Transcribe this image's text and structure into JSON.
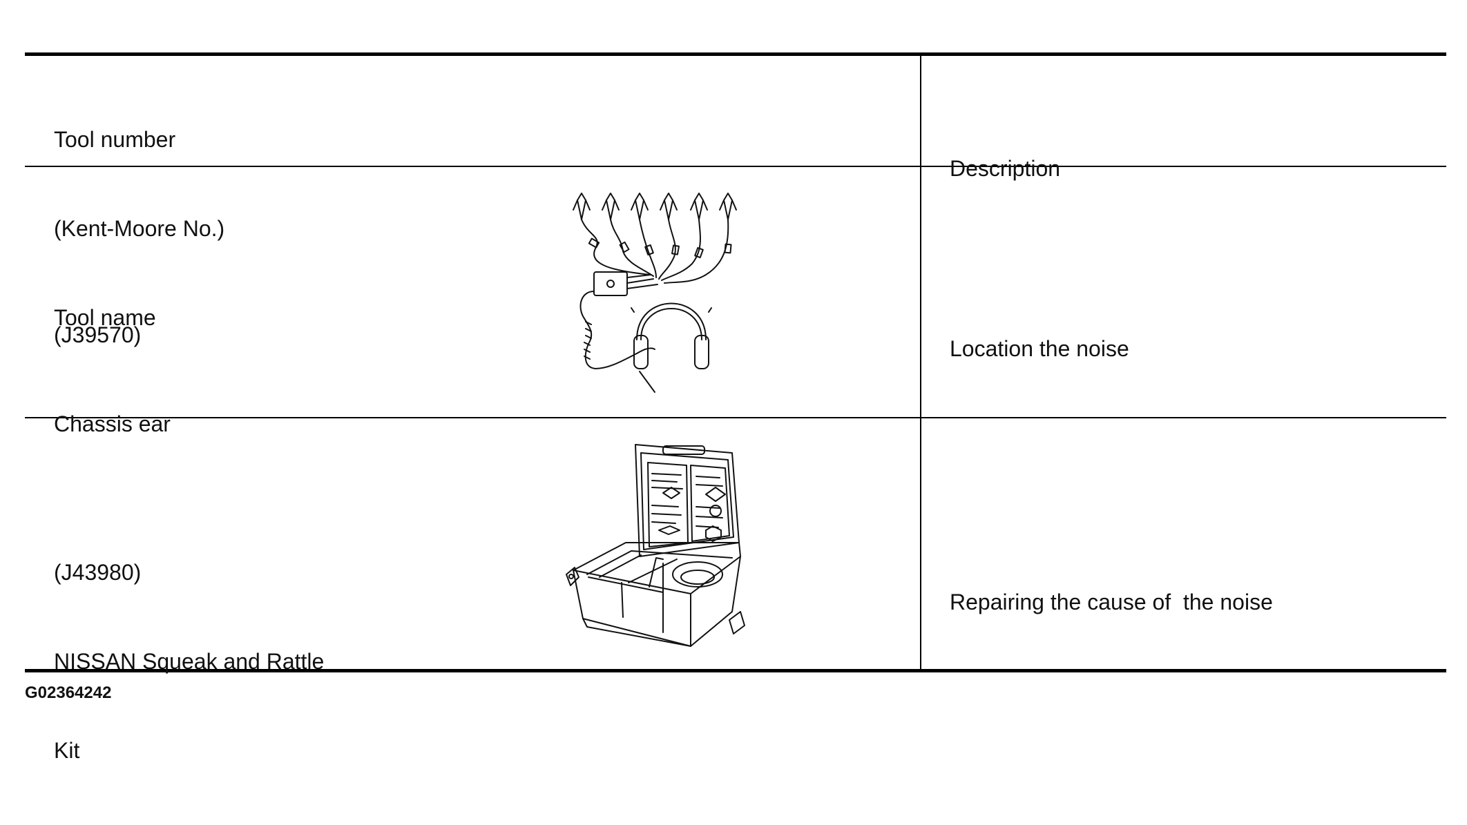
{
  "table": {
    "header": {
      "tool_col": [
        "Tool number",
        "(Kent-Moore No.)",
        "Tool name"
      ],
      "description_col": "Description"
    },
    "rows": [
      {
        "tool": [
          "(J39570)",
          "Chassis ear"
        ],
        "description": "Location the noise",
        "illustration": "chassis-ear-illustration"
      },
      {
        "tool": [
          "(J43980)",
          "NISSAN Squeak and Rattle",
          "Kit"
        ],
        "description": "Repairing the cause of  the noise",
        "illustration": "squeak-rattle-kit-case-illustration"
      }
    ]
  },
  "figure_id": "G02364242",
  "colors": {
    "ink": "#111111",
    "rule": "#000000",
    "background": "#ffffff"
  }
}
